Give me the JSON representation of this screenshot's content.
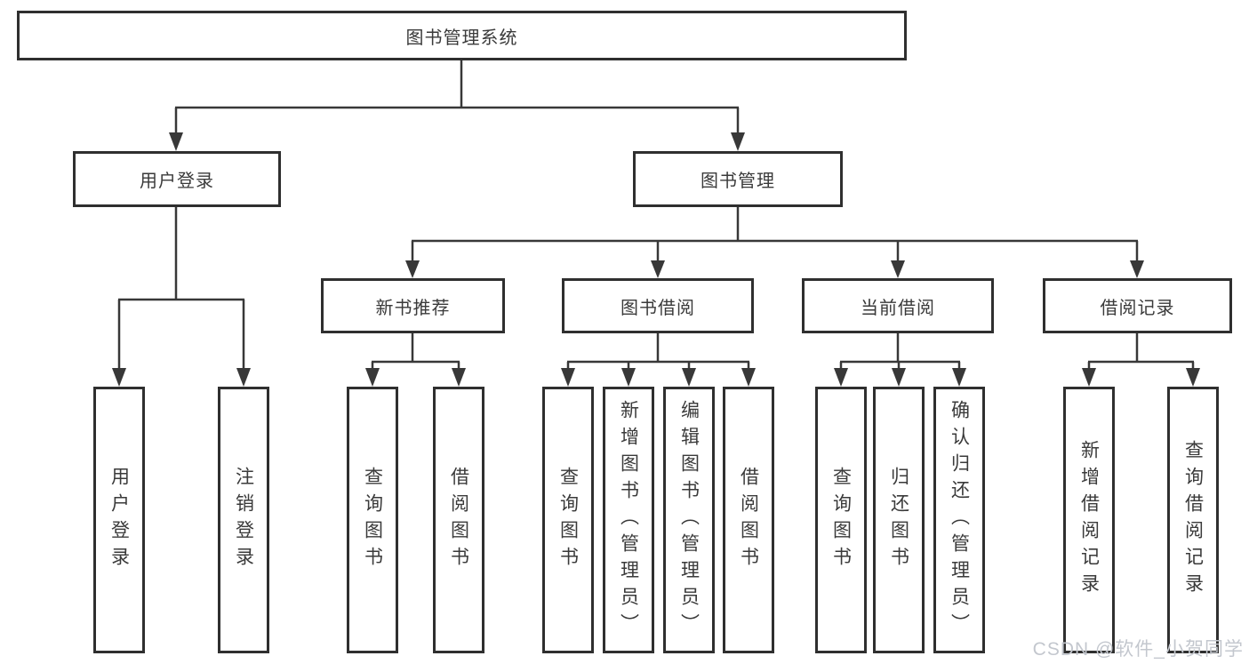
{
  "diagram": {
    "title": "图书管理系统",
    "branches": [
      {
        "label": "用户登录",
        "children": [
          "用户登录",
          "注销登录"
        ]
      },
      {
        "label": "图书管理",
        "sections": [
          {
            "label": "新书推荐",
            "children": [
              "查询图书",
              "借阅图书"
            ]
          },
          {
            "label": "图书借阅",
            "children": [
              "查询图书",
              "新增图书（管理员）",
              "编辑图书（管理员）",
              "借阅图书"
            ]
          },
          {
            "label": "当前借阅",
            "children": [
              "查询图书",
              "归还图书",
              "确认归还（管理员）"
            ]
          },
          {
            "label": "借阅记录",
            "children": [
              "新增借阅记录",
              "查询借阅记录"
            ]
          }
        ]
      }
    ]
  },
  "watermark": {
    "text": "CSDN @软件_小贺同学"
  },
  "colors": {
    "line": "#383838",
    "border": "#2f2f2f",
    "text": "#3a3a3a",
    "watermark": "#c3c7ce",
    "background": "#ffffff"
  }
}
